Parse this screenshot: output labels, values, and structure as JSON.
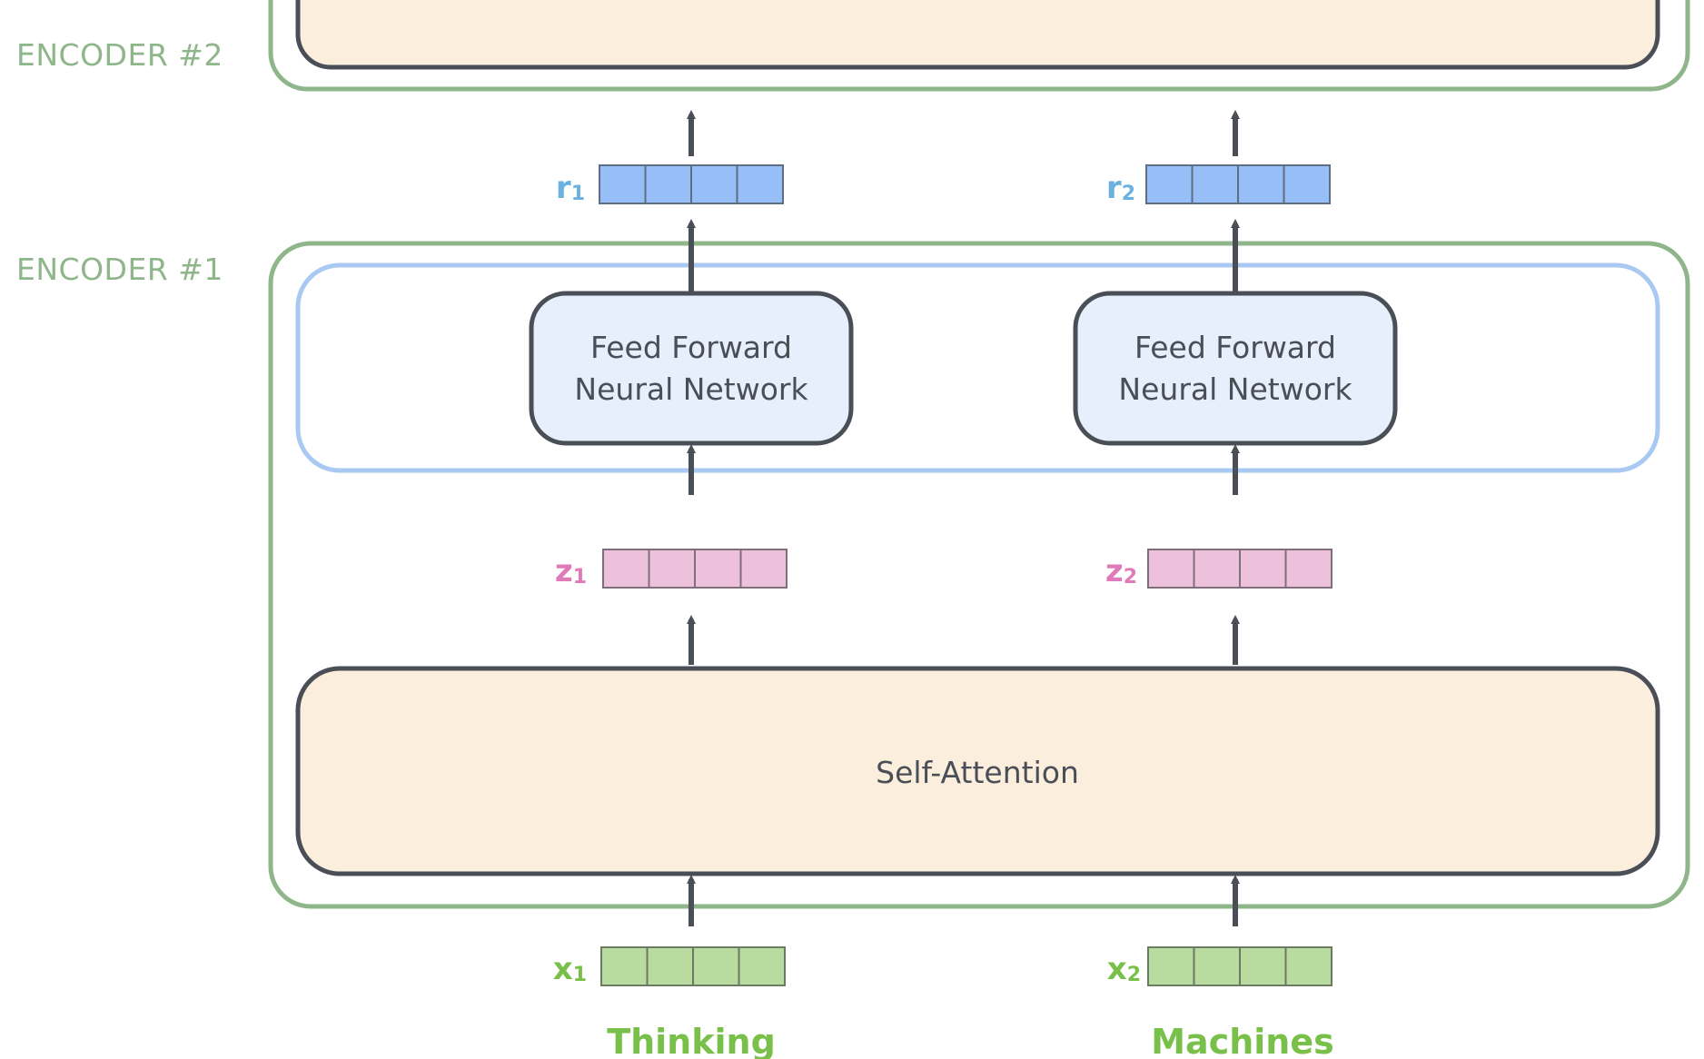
{
  "encoders": {
    "top_label": "ENCODER #2",
    "bottom_label": "ENCODER #1"
  },
  "self_attention": {
    "label": "Self-Attention"
  },
  "columns": [
    {
      "word": "Thinking",
      "input": {
        "letter": "x",
        "sub": "1"
      },
      "attn_out": {
        "letter": "z",
        "sub": "1"
      },
      "ffnn": {
        "line1": "Feed Forward",
        "line2": "Neural Network"
      },
      "output": {
        "letter": "r",
        "sub": "1"
      }
    },
    {
      "word": "Machines",
      "input": {
        "letter": "x",
        "sub": "2"
      },
      "attn_out": {
        "letter": "z",
        "sub": "2"
      },
      "ffnn": {
        "line1": "Feed Forward",
        "line2": "Neural Network"
      },
      "output": {
        "letter": "r",
        "sub": "2"
      }
    }
  ],
  "vector_cells": 4,
  "colors": {
    "encoder_border": "#8fb68a",
    "ffnn_layer_border": "#a9c8f2",
    "ffnn_fill": "#e6effb",
    "attention_fill": "#fbeedd",
    "dark_stroke": "#4a4e57",
    "x_vector": "#b8dba0",
    "x_text": "#79c04a",
    "z_vector": "#edc0dc",
    "z_text": "#e07ab8",
    "r_vector": "#96bff7",
    "r_text": "#6ab0e0"
  }
}
